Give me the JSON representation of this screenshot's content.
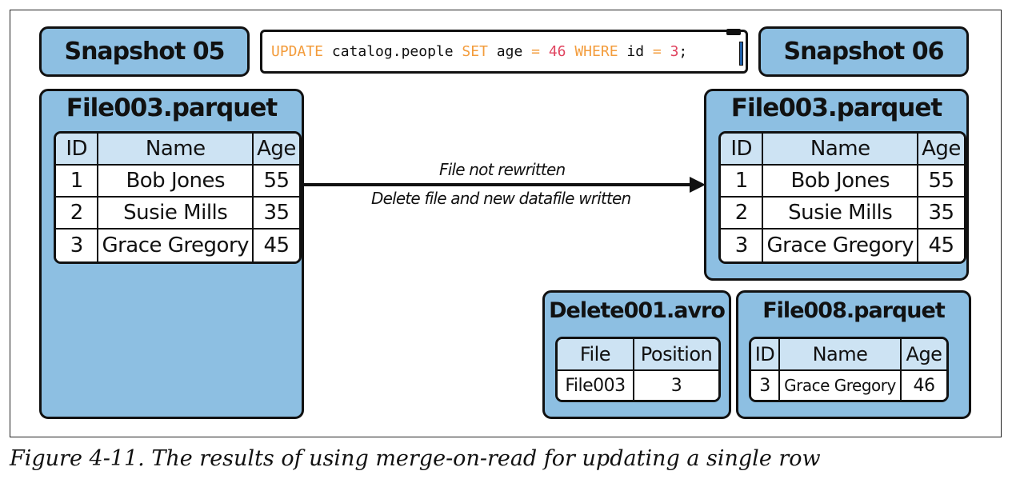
{
  "snapshots": {
    "before": "Snapshot 05",
    "after": "Snapshot 06"
  },
  "query": {
    "parts": [
      "UPDATE",
      " catalog.people ",
      "SET",
      " age ",
      "=",
      " ",
      "46",
      " ",
      "WHERE",
      " id ",
      "=",
      " ",
      "3",
      ";"
    ]
  },
  "left_file": {
    "title": "File003.parquet",
    "columns": [
      "ID",
      "Name",
      "Age"
    ],
    "rows": [
      [
        "1",
        "Bob Jones",
        "55"
      ],
      [
        "2",
        "Susie Mills",
        "35"
      ],
      [
        "3",
        "Grace Gregory",
        "45"
      ]
    ]
  },
  "right_file": {
    "title": "File003.parquet",
    "columns": [
      "ID",
      "Name",
      "Age"
    ],
    "rows": [
      [
        "1",
        "Bob Jones",
        "55"
      ],
      [
        "2",
        "Susie Mills",
        "35"
      ],
      [
        "3",
        "Grace Gregory",
        "45"
      ]
    ]
  },
  "arrow": {
    "line1": "File not rewritten",
    "line2": "Delete file and new datafile written"
  },
  "delete_file": {
    "title": "Delete001.avro",
    "columns": [
      "File",
      "Position"
    ],
    "rows": [
      [
        "File003",
        "3"
      ]
    ]
  },
  "new_file": {
    "title": "File008.parquet",
    "columns": [
      "ID",
      "Name",
      "Age"
    ],
    "rows": [
      [
        "3",
        "Grace Gregory",
        "46"
      ]
    ]
  },
  "caption": "Figure 4-11. The results of using merge-on-read for updating a single row",
  "colors": {
    "box_fill": "#8dbfe2",
    "header_fill": "#cde3f3",
    "keyword": "#f39c3c",
    "number": "#e0445f"
  }
}
